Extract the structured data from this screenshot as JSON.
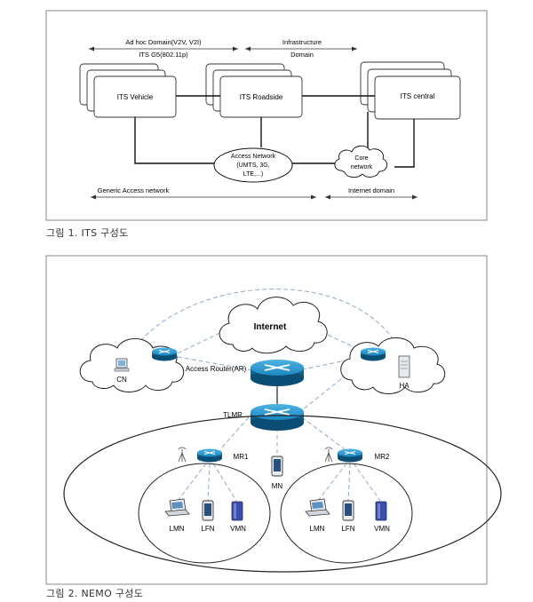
{
  "figure1": {
    "caption": "그림 1. ITS 구성도",
    "adhoc_domain": "Ad hoc Domain(V2V, V2I)",
    "its_g5": "ITS G5(802.11p)",
    "infrastructure": "Infrastructure",
    "domain": "Domain",
    "its_vehicle": "ITS Vehicle",
    "its_roadside": "ITS Roadside",
    "its_central": "ITS central",
    "access_network": [
      "Access Network",
      "(UMTS, 3G,",
      "LTE,...)"
    ],
    "core_network": [
      "Core",
      "network"
    ],
    "generic_access": "Generic Access network",
    "internet_domain": "Internet domain"
  },
  "figure2": {
    "caption": "그림 2. NEMO 구성도",
    "internet": "Internet",
    "cn": "CN",
    "ha": "HA",
    "access_router": "Access Router(AR)",
    "tlmr": "TLMR",
    "mr1": "MR1",
    "mr2": "MR2",
    "mn": "MN",
    "lmn": "LMN",
    "lfn": "LFN",
    "vmn": "VMN"
  },
  "colors": {
    "router_blue": "#1f8bc2",
    "router_dark": "#0f5f8c",
    "dashed_line": "#8aa5c5",
    "frame": "#888888"
  }
}
